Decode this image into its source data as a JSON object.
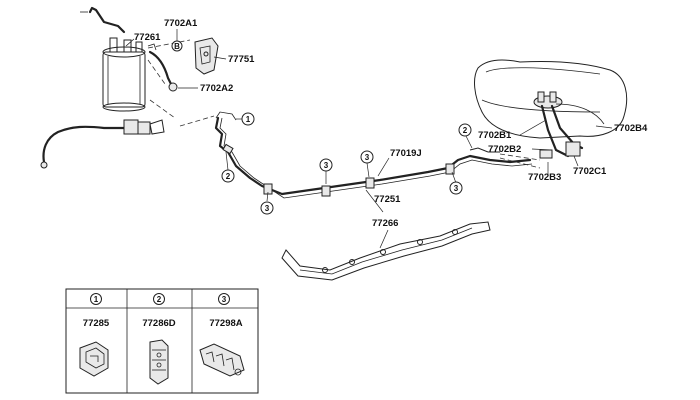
{
  "part_labels": {
    "p7702A1": "7702A1",
    "p77261": "77261",
    "p77751": "77751",
    "p7702A2": "7702A2",
    "p77019J": "77019J",
    "p77251": "77251",
    "p77266": "77266",
    "p7702B1": "7702B1",
    "p7702B2": "7702B2",
    "p7702B3": "7702B3",
    "p7702B4": "7702B4",
    "p7702C1": "7702C1"
  },
  "symbol_b": "B",
  "callouts": {
    "c1": "1",
    "c2": "2",
    "c3": "3"
  },
  "legend": {
    "cells": [
      {
        "num": "1",
        "part": "77285"
      },
      {
        "num": "2",
        "part": "77286D"
      },
      {
        "num": "3",
        "part": "77298A"
      }
    ]
  }
}
